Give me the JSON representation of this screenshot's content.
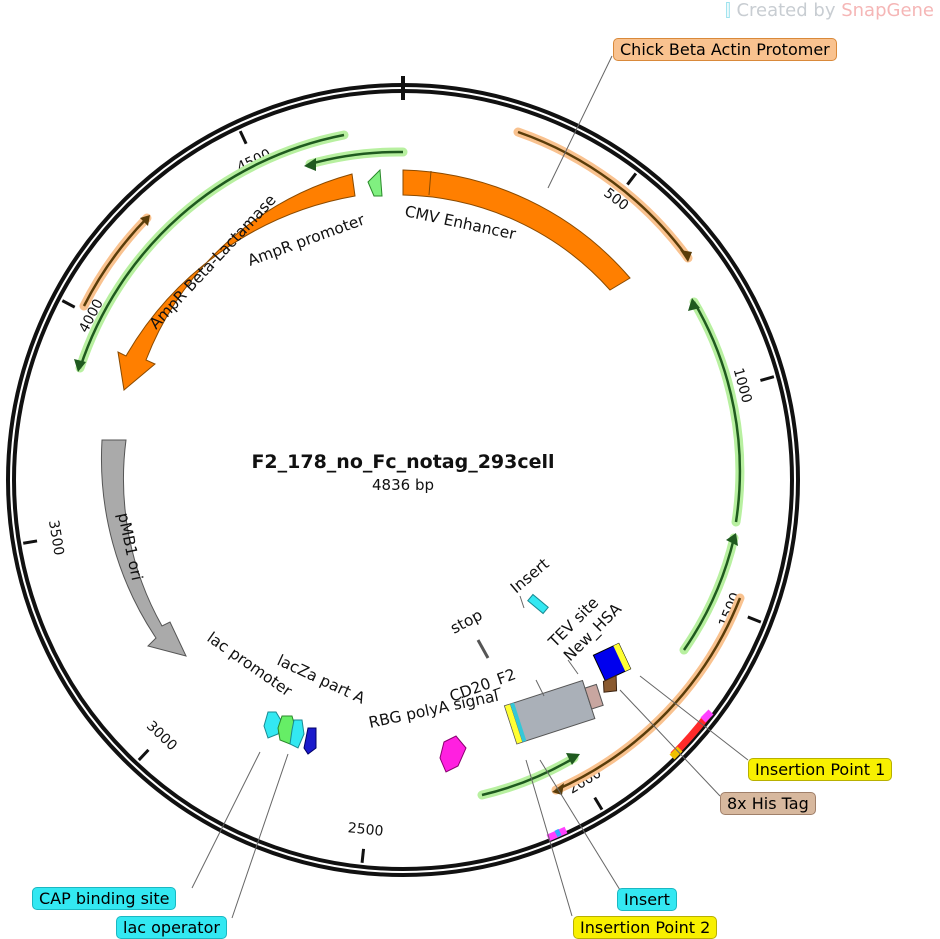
{
  "watermark": {
    "prefix": "Created by ",
    "brand": "SnapGene"
  },
  "plasmid": {
    "name": "F2_178_no_Fc_notag_293cell",
    "length_label": "4836 bp",
    "length_bp": 4836
  },
  "ticks": [
    "500",
    "1000",
    "1500",
    "2000",
    "2500",
    "3000",
    "3500",
    "4000",
    "4500"
  ],
  "features": {
    "cmv_enhancer": "CMV Enhancer",
    "ampr_promoter": "AmpR promoter",
    "ampr": "AmpR Beta-Lactamase",
    "pmb1_ori": "pMB1 ori",
    "lac_promoter": "lac promoter",
    "lacza": "lacZa part A",
    "rbg_polya": "RBG polyA signal",
    "cd20": "CD20_F2",
    "stop": "stop",
    "insert": "Insert",
    "tev": "TEV site",
    "new_hsa": "New_HSA"
  },
  "callouts": {
    "chick_beta": "Chick Beta Actin Protomer",
    "insertion_point_1": "Insertion Point 1",
    "his_tag": "8x His Tag",
    "insert": "Insert",
    "insertion_point_2": "Insertion Point 2",
    "cap_site": "CAP binding site",
    "lac_operator": "lac operator"
  },
  "colors": {
    "orange_feature": "#ff7f00",
    "grey_feature": "#aaaaaa",
    "primer_green": "#2d7a2d",
    "primer_orange": "#8a5a10",
    "callout_yellow": "#f8f000",
    "callout_cyan": "#33e8f2",
    "callout_orange": "#f9c28f",
    "callout_tan": "#d7b89e"
  }
}
